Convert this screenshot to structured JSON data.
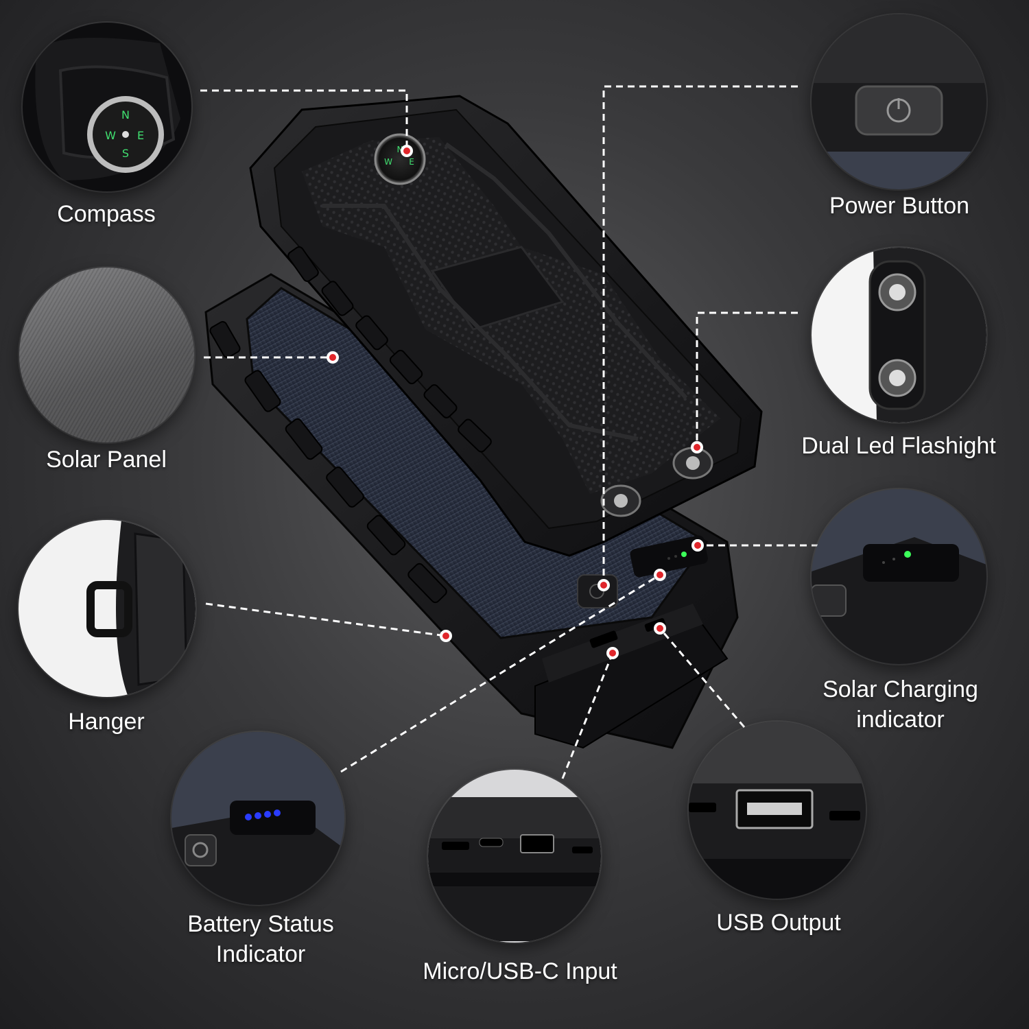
{
  "features": {
    "compass": "Compass",
    "solar_panel": "Solar Panel",
    "hanger": "Hanger",
    "battery_status": [
      "Battery Status",
      "Indicator"
    ],
    "micro_usb_c_input": "Micro/USB-C Input",
    "usb_output": "USB Output",
    "solar_charging": [
      "Solar Charging",
      "indicator"
    ],
    "dual_led": "Dual Led Flashight",
    "power_button": "Power Button"
  },
  "colors": {
    "marker": "#e0262b",
    "led_green": "#3cff5a",
    "led_blue": "#2a3cff",
    "compass_green": "#40e070"
  }
}
